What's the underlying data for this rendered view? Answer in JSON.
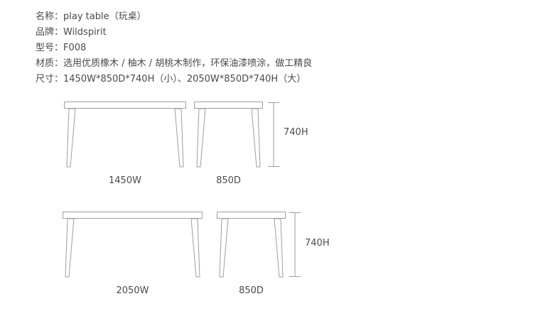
{
  "colors": {
    "background": "#ffffff",
    "text": "#4a4a4a",
    "line": "#9e9e9e"
  },
  "spec": {
    "lines": [
      "名称：play table（玩桌）",
      "品牌：Wildspirit",
      "型号：F008",
      "材质：选用优质橡木 / 柚木 / 胡桃木制作，环保油漆喷涂，做工精良",
      "尺寸：1450W*850D*740H（小）、2050W*850D*740H（大）"
    ]
  },
  "diagrams": {
    "rows": [
      {
        "front_label": "1450W",
        "side_label": "850D",
        "height_label": "740H"
      },
      {
        "front_label": "2050W",
        "side_label": "850D",
        "height_label": "740H"
      }
    ]
  }
}
